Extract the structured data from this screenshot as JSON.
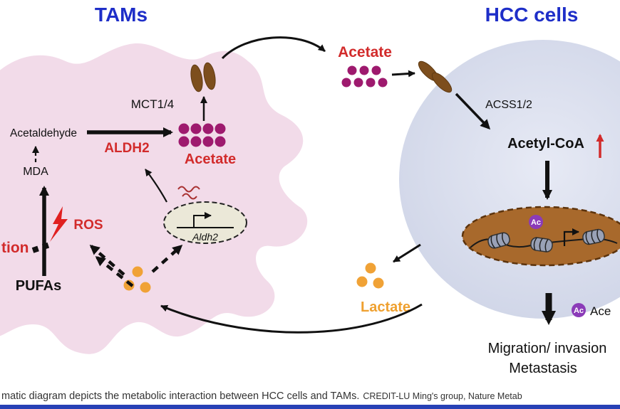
{
  "titles": {
    "tam": "TAMs",
    "hcc": "HCC cells"
  },
  "tam": {
    "transporter_label": "MCT1/4",
    "acetaldehyde": "Acetaldehyde",
    "enzyme": "ALDH2",
    "acetate": "Acetate",
    "mda": "MDA",
    "ros": "ROS",
    "peroxidation_fragment": "tion",
    "pufas": "PUFAs",
    "gene": "Aldh2"
  },
  "intercell": {
    "acetate": "Acetate",
    "lactate": "Lactate"
  },
  "hcc": {
    "enzyme": "ACSS1/2",
    "acetyl_coa": "Acetyl-CoA",
    "histone_mark": "Ac",
    "legend_mark": "Ac",
    "legend_label": "Ace",
    "migration": "Migration/ invasion",
    "metastasis": "Metastasis"
  },
  "caption": {
    "text": "matic diagram depicts the metabolic interaction between HCC cells and TAMs.",
    "credit": "CREDIT-LU Ming's group, Nature Metab"
  },
  "colors": {
    "title_blue": "#1e2ec8",
    "red": "#d22b2b",
    "acetate_purple": "#9e1a6e",
    "lactate_orange": "#f0a236",
    "transporter_brown": "#7d4e1d",
    "tam_pink": "#f2dbe9",
    "hcc_fill": "#d8dceb",
    "tam_nucleus_beige": "#ebe8d8",
    "hcc_nucleus_brown": "#a8692c",
    "ac_purple": "#8b3bb8",
    "footer_bar_blue": "#2741b5"
  }
}
